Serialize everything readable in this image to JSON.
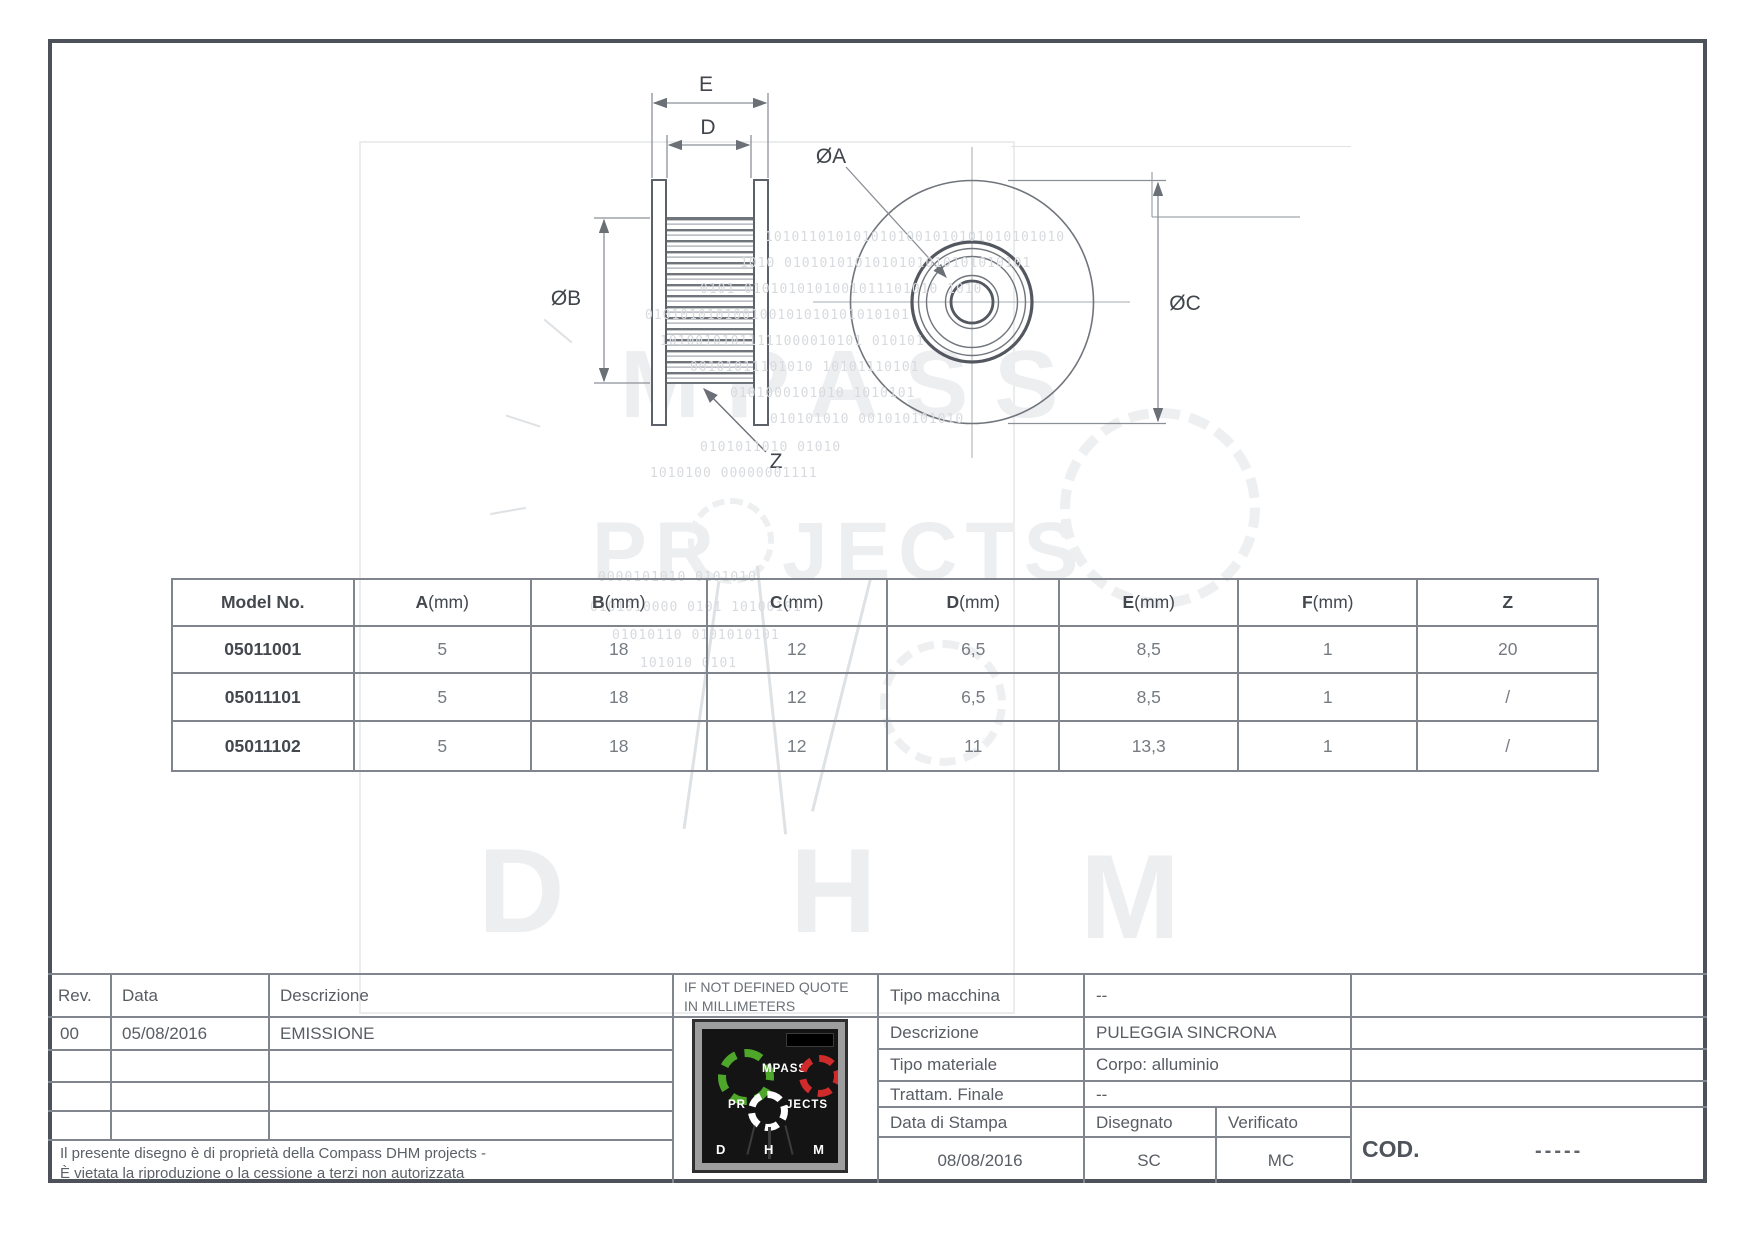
{
  "colors": {
    "frame": "#4d525a",
    "grid_lines": "#80858d",
    "drawing_lines": "#70757c",
    "bold_lines": "#53575f",
    "dimension_text": "#40454c",
    "logo_green": "#4ea62a",
    "logo_red": "#cf2b2b",
    "watermark": "#e7e9ec"
  },
  "drawing": {
    "labels": {
      "e": "E",
      "d": "D",
      "dia_b": "ØB",
      "z": "Z",
      "dia_a": "ØA",
      "dia_c": "ØC"
    }
  },
  "table": {
    "columns": [
      {
        "b": "Model No.",
        "u": ""
      },
      {
        "b": "A",
        "u": " (mm)"
      },
      {
        "b": "B",
        "u": " (mm)"
      },
      {
        "b": "C",
        "u": " (mm)"
      },
      {
        "b": "D",
        "u": " (mm)"
      },
      {
        "b": "E",
        "u": " (mm)"
      },
      {
        "b": "F",
        "u": " (mm)"
      },
      {
        "b": "Z",
        "u": ""
      }
    ],
    "rows": [
      [
        "05011001",
        "5",
        "18",
        "12",
        "6,5",
        "8,5",
        "1",
        "20"
      ],
      [
        "05011101",
        "5",
        "18",
        "12",
        "6,5",
        "8,5",
        "1",
        "/"
      ],
      [
        "05011102",
        "5",
        "18",
        "12",
        "11",
        "13,3",
        "1",
        "/"
      ]
    ]
  },
  "revisions": {
    "headers": {
      "rev": "Rev.",
      "data": "Data",
      "desc": "Descrizione"
    },
    "row0": {
      "rev": "00",
      "data": "05/08/2016",
      "desc": "EMISSIONE"
    }
  },
  "notes": {
    "quote_line1": "IF NOT DEFINED QUOTE",
    "quote_line2": "IN MILLIMETERS"
  },
  "info": {
    "tipo_macchina_label": "Tipo macchina",
    "tipo_macchina_value": "--",
    "descrizione_label": "Descrizione",
    "descrizione_value": "PULEGGIA SINCRONA",
    "tipo_materiale_label": "Tipo materiale",
    "tipo_materiale_value": "Corpo: alluminio",
    "trattam_label": "Trattam. Finale",
    "trattam_value": "--",
    "stampa_label": "Data di Stampa",
    "stampa_value": "08/08/2016",
    "disegnato_label": "Disegnato",
    "disegnato_value": "SC",
    "verificato_label": "Verificato",
    "verificato_value": "MC",
    "cod_label": "COD.",
    "cod_value": "-----"
  },
  "copyright": {
    "line1": "Il presente disegno è di proprietà della Compass DHM projects -",
    "line2": "È vietata la riproduzione o la cessione a terzi non autorizzata"
  },
  "logo": {
    "mpass": "MPASS",
    "pr": "PR",
    "jects": "JECTS",
    "d": "D",
    "h": "H",
    "m": "M"
  },
  "watermark": {
    "mpass": "MPASS",
    "pr": "PR",
    "jects": "JECTS",
    "d": "D",
    "h": "H",
    "m": "M",
    "binary": [
      "1010110101010101001010101010101010",
      "1010 0101010101010101010101010101",
      "0101 0101010101001011101010 1010",
      "010101010100100101010101010101",
      "10100101011111000010101 010101",
      "00101011101010 10101110101",
      "0101000101010 1010101",
      "010101010 001010101010",
      "0101011010 01010",
      "1010100 00000001111",
      "0000101010 0101010",
      "0101010000 0101 10100101",
      "01010110 0101010101",
      "101010 0101"
    ]
  }
}
